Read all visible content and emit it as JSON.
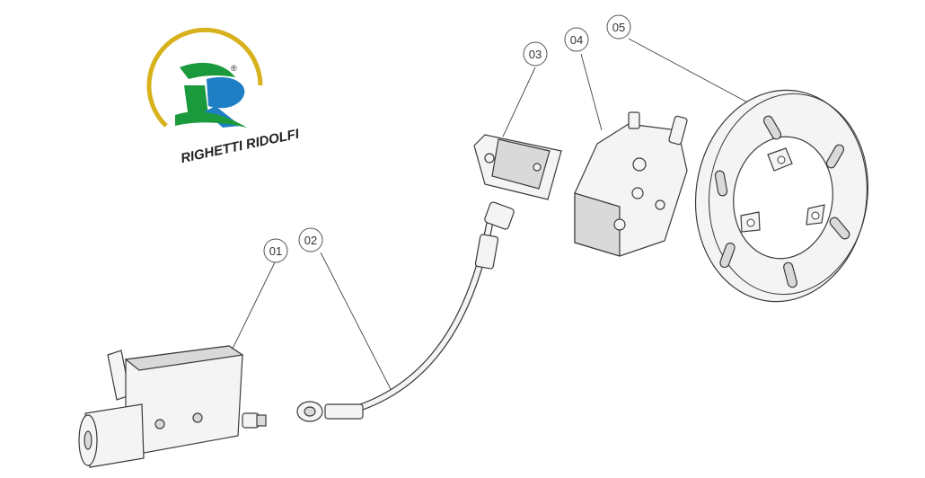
{
  "logo": {
    "brand_text": "RIGHETTI RIDOLFI",
    "registered_mark": "®",
    "colors": {
      "green": "#1a9a3c",
      "blue": "#1f7fc4",
      "gold": "#d8b21c",
      "text": "#222222"
    }
  },
  "callouts": [
    {
      "id": "01",
      "label": "01"
    },
    {
      "id": "02",
      "label": "02"
    },
    {
      "id": "03",
      "label": "03"
    },
    {
      "id": "04",
      "label": "04"
    },
    {
      "id": "05",
      "label": "05"
    }
  ]
}
